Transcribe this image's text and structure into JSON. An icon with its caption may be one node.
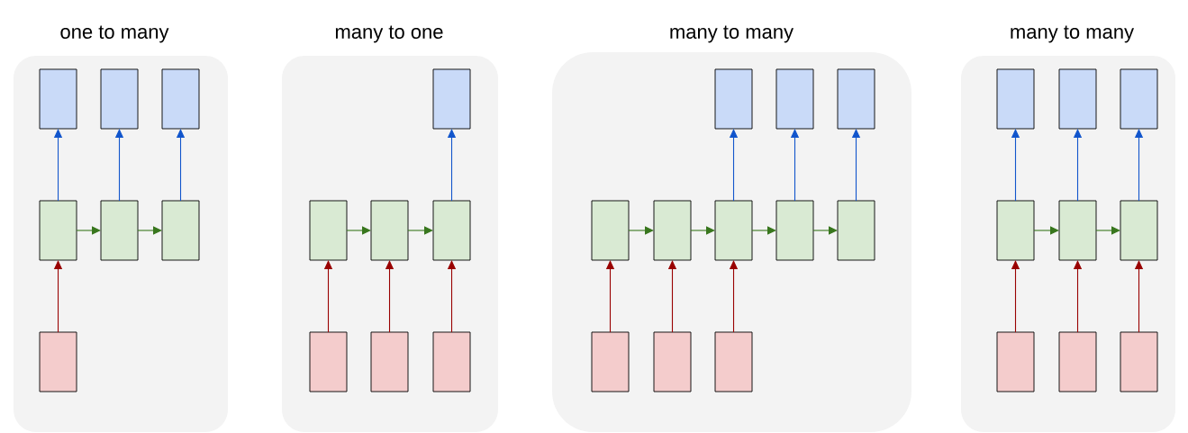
{
  "diagram": {
    "nodes": [
      {
        "text": [
          "one to many"
        ]
      },
      {
        "text": [],
        "shape": "box",
        "in": 0
      },
      {
        "text": [],
        "shape": "box",
        "in": 0
      },
      {
        "text": [],
        "shape": "box",
        "in": 0
      },
      {
        "text": [],
        "shape": "box",
        "in": 0
      },
      {
        "text": [],
        "shape": "box",
        "in": 0
      },
      {
        "text": [],
        "shape": "box",
        "in": 0
      },
      {
        "text": [],
        "shape": "box",
        "in": 0
      },
      {
        "text": [
          "many to one"
        ]
      },
      {
        "text": [],
        "shape": "box",
        "in": 8
      },
      {
        "text": [],
        "shape": "box",
        "in": 8
      },
      {
        "text": [],
        "shape": "box",
        "in": 8
      },
      {
        "text": [],
        "shape": "box",
        "in": 8
      },
      {
        "text": [],
        "shape": "box",
        "in": 8
      },
      {
        "text": [],
        "shape": "box",
        "in": 8
      },
      {
        "text": [],
        "shape": "box",
        "in": 8
      },
      {
        "text": [
          "many to many"
        ]
      },
      {
        "text": [],
        "shape": "box",
        "in": 16
      },
      {
        "text": [],
        "shape": "box",
        "in": 16
      },
      {
        "text": [],
        "shape": "box",
        "in": 16
      },
      {
        "text": [],
        "shape": "box",
        "in": 16
      },
      {
        "text": [],
        "shape": "box",
        "in": 16
      },
      {
        "text": [],
        "shape": "box",
        "in": 16
      },
      {
        "text": [],
        "shape": "box",
        "in": 16
      },
      {
        "text": [],
        "shape": "box",
        "in": 16
      },
      {
        "text": [],
        "shape": "box",
        "in": 16
      },
      {
        "text": [],
        "shape": "box",
        "in": 16
      },
      {
        "text": [],
        "shape": "box",
        "in": 16
      },
      {
        "text": [
          "many to many"
        ]
      },
      {
        "text": [],
        "shape": "box",
        "in": 28
      },
      {
        "text": [],
        "shape": "box",
        "in": 28
      },
      {
        "text": [],
        "shape": "box",
        "in": 28
      },
      {
        "text": [],
        "shape": "box",
        "in": 28
      },
      {
        "text": [],
        "shape": "box",
        "in": 28
      },
      {
        "text": [],
        "shape": "box",
        "in": 28
      },
      {
        "text": [],
        "shape": "box",
        "in": 28
      },
      {
        "text": [],
        "shape": "box",
        "in": 28
      },
      {
        "text": [],
        "shape": "box",
        "in": 28
      }
    ],
    "edges": [
      {
        "from": 7,
        "to": 4,
        "arrow": "to",
        "color": "#990000"
      },
      {
        "from": 4,
        "to": 5,
        "arrow": "to",
        "color": "#38761d"
      },
      {
        "from": 5,
        "to": 6,
        "arrow": "to",
        "color": "#38761d"
      },
      {
        "from": 4,
        "to": 1,
        "arrow": "to",
        "color": "#1155cc"
      },
      {
        "from": 5,
        "to": 2,
        "arrow": "to",
        "color": "#1155cc"
      },
      {
        "from": 6,
        "to": 3,
        "arrow": "to",
        "color": "#1155cc"
      },
      {
        "from": 13,
        "to": 10,
        "arrow": "to",
        "color": "#990000"
      },
      {
        "from": 14,
        "to": 11,
        "arrow": "to",
        "color": "#990000"
      },
      {
        "from": 15,
        "to": 12,
        "arrow": "to",
        "color": "#990000"
      },
      {
        "from": 10,
        "to": 11,
        "arrow": "to",
        "color": "#38761d"
      },
      {
        "from": 11,
        "to": 12,
        "arrow": "to",
        "color": "#38761d"
      },
      {
        "from": 12,
        "to": 9,
        "arrow": "to",
        "color": "#1155cc"
      },
      {
        "from": 25,
        "to": 20,
        "arrow": "to",
        "color": "#990000"
      },
      {
        "from": 26,
        "to": 21,
        "arrow": "to",
        "color": "#990000"
      },
      {
        "from": 27,
        "to": 22,
        "arrow": "to",
        "color": "#990000"
      },
      {
        "from": 20,
        "to": 21,
        "arrow": "to",
        "color": "#38761d"
      },
      {
        "from": 21,
        "to": 22,
        "arrow": "to",
        "color": "#38761d"
      },
      {
        "from": 22,
        "to": 23,
        "arrow": "to",
        "color": "#38761d"
      },
      {
        "from": 23,
        "to": 24,
        "arrow": "to",
        "color": "#38761d"
      },
      {
        "from": 22,
        "to": 17,
        "arrow": "to",
        "color": "#1155cc"
      },
      {
        "from": 23,
        "to": 18,
        "arrow": "to",
        "color": "#1155cc"
      },
      {
        "from": 24,
        "to": 19,
        "arrow": "to",
        "color": "#1155cc"
      },
      {
        "from": 35,
        "to": 32,
        "arrow": "to",
        "color": "#990000"
      },
      {
        "from": 36,
        "to": 33,
        "arrow": "to",
        "color": "#990000"
      },
      {
        "from": 37,
        "to": 34,
        "arrow": "to",
        "color": "#990000"
      },
      {
        "from": 32,
        "to": 33,
        "arrow": "to",
        "color": "#38761d"
      },
      {
        "from": 33,
        "to": 34,
        "arrow": "to",
        "color": "#38761d"
      },
      {
        "from": 32,
        "to": 29,
        "arrow": "to",
        "color": "#1155cc"
      },
      {
        "from": 33,
        "to": 30,
        "arrow": "to",
        "color": "#1155cc"
      },
      {
        "from": 34,
        "to": 31,
        "arrow": "to",
        "color": "#1155cc"
      }
    ]
  }
}
